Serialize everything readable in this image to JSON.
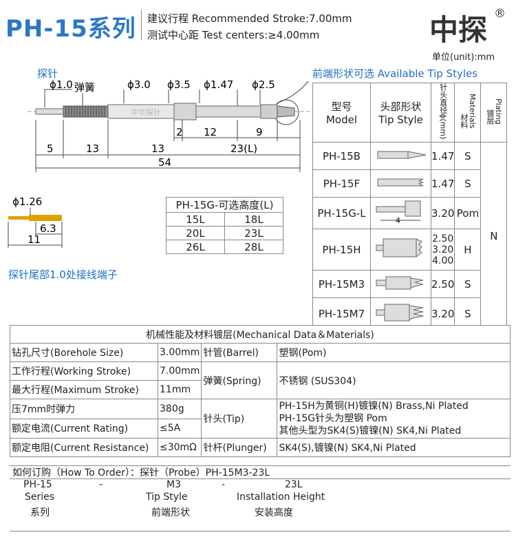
{
  "header": {
    "title": "PH-15系列",
    "spec_stroke": "建议行程 Recommended Stroke:7.00mm",
    "spec_centers": "测试中心距 Test centers:≥4.00mm",
    "brand": "中探",
    "brand_mark": "®",
    "unit": "单位(unit):mm"
  },
  "probe": {
    "label": "探针",
    "watermark": "中华探针",
    "d1": "ϕ1.0",
    "spring": "弹簧",
    "d2": "ϕ3.0",
    "d3": "ϕ3.5",
    "d4": "ϕ1.47",
    "d5": "ϕ2.5",
    "len_a": "5",
    "len_b": "13",
    "len_c": "13",
    "len_d": "2",
    "len_e": "12",
    "len_f": "9",
    "len_g": "23(L)",
    "len_total": "54"
  },
  "tip_styles": {
    "label": "前端形状可选 Available Tip Styles",
    "col_model": "型号",
    "col_model_en": "Model",
    "col_style": "头部形状",
    "col_style_en": "Tip Style",
    "col_dia": "针头直径ϕ(mm)",
    "col_mat": "材料",
    "col_mat_en": "Materials",
    "col_plating": "镀层",
    "col_plating_en": "Plating",
    "plating": "N",
    "style_4": "4",
    "rows": [
      {
        "model": "PH-15B",
        "dia": "1.47",
        "mat": "S"
      },
      {
        "model": "PH-15F",
        "dia": "1.47",
        "mat": "S"
      },
      {
        "model": "PH-15G-L",
        "dia": "3.20",
        "mat": "Pom"
      },
      {
        "model": "PH-15H",
        "dia": "2.50\n3.20\n4.00",
        "mat": "H"
      },
      {
        "model": "PH-15M3",
        "dia": "2.50",
        "mat": "S"
      },
      {
        "model": "PH-15M7",
        "dia": "3.20",
        "mat": "S"
      }
    ]
  },
  "tail": {
    "d": "ϕ1.26",
    "len1": "6.3",
    "len2": "11",
    "note": "探针尾部1.0处接线端子"
  },
  "heights": {
    "title": "PH-15G-可选高度(L)",
    "cells": [
      "15L",
      "18L",
      "20L",
      "23L",
      "26L",
      "28L"
    ]
  },
  "mech": {
    "title": "机械性能及材料镀层(Mechanical Data＆Materials)",
    "left": [
      {
        "k": "钻孔尺寸(Borehole Size)",
        "v": "3.00mm"
      },
      {
        "k": "工作行程(Working Stroke)",
        "v": "7.00mm"
      },
      {
        "k": "最大行程(Maximum Stroke)",
        "v": "11mm"
      },
      {
        "k": "压7mm时弹力",
        "v": "380g"
      },
      {
        "k": "额定电流(Current Rating)",
        "v": "≤5A"
      },
      {
        "k": "额定电阻(Current Resistance)",
        "v": "≤30mΩ"
      }
    ],
    "barrel_k": "针管(Barrel)",
    "barrel_v": "塑钢(Pom)",
    "spring_k": "弹簧(Spring)",
    "spring_v": "不锈钢 (SUS304)",
    "tip_k": "针头(Tip)",
    "tip_v1": "PH-15H为黄铜(H)镀镍(N) Brass,Ni Plated",
    "tip_v2": "PH-15G针头为塑钢 Pom",
    "tip_v3": "其他头型为SK4(S)镀镍(N) SK4,Ni Plated",
    "plunger_k": "针杆(Plunger)",
    "plunger_v": "SK4(S),镀镍(N) SK4,Ni Plated"
  },
  "order": {
    "title": "如何订购（How To Order）：探针（Probe）PH-15M3-23L",
    "p1": "PH-15",
    "dash1": "-",
    "p2": "M3",
    "dash2": "-",
    "p3": "23L",
    "l1": "Series",
    "l2": "Tip Style",
    "l3": "Installation Height",
    "c1": "系列",
    "c2": "前端形状",
    "c3": "安装高度"
  },
  "colors": {
    "accent": "#2b78c6",
    "gold": "#e0a000"
  }
}
